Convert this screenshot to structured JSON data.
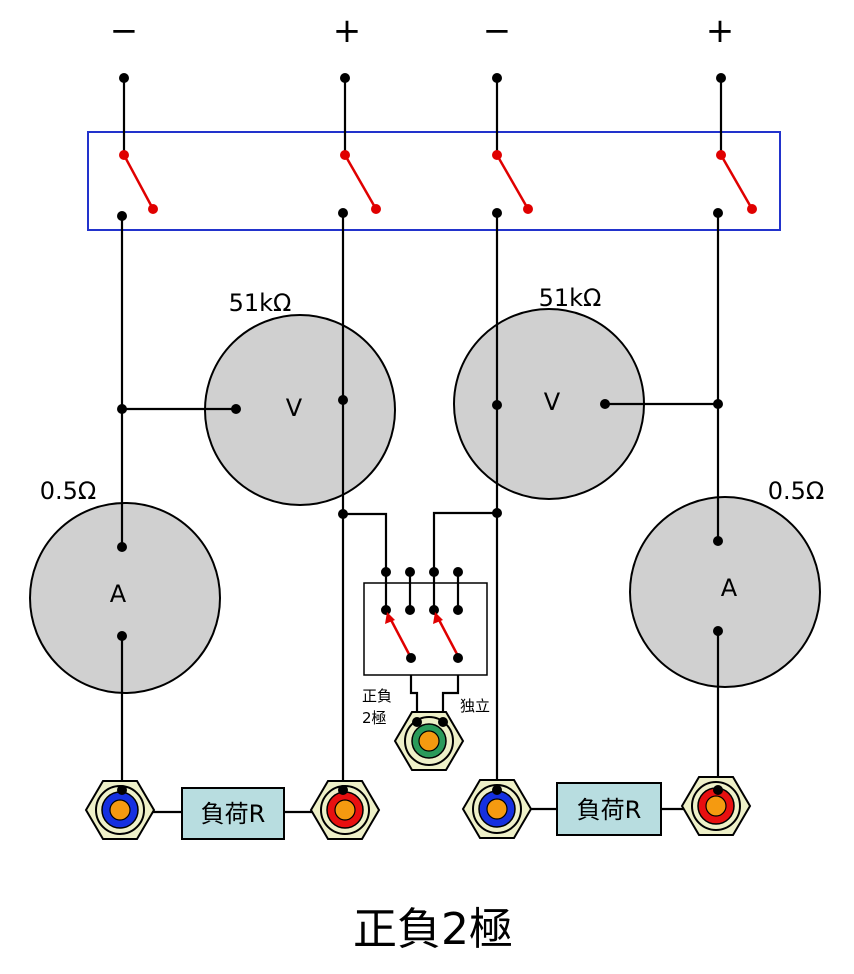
{
  "terminals": [
    {
      "sign": "−"
    },
    {
      "sign": "+"
    },
    {
      "sign": "−"
    },
    {
      "sign": "+"
    }
  ],
  "voltmeters": [
    {
      "label": "V",
      "resistance": "51kΩ"
    },
    {
      "label": "V",
      "resistance": "51kΩ"
    }
  ],
  "ammeters": [
    {
      "label": "A",
      "resistance": "0.5Ω"
    },
    {
      "label": "A",
      "resistance": "0.5Ω"
    }
  ],
  "loads": [
    {
      "label": "負荷R"
    },
    {
      "label": "負荷R"
    }
  ],
  "mode_switch": {
    "left_label_line1": "正負",
    "left_label_line2": "2極",
    "right_label": "独立"
  },
  "caption": "正負2極",
  "colors": {
    "switch_frame": "#2233cc",
    "switch_arm": "#e00000",
    "meter_fill": "#d0d0d0",
    "load_fill": "#b8dde0",
    "jack_blue": "#1530e0",
    "jack_red": "#e81010",
    "jack_green": "#2a9a5a",
    "jack_core": "#f59a10",
    "jack_ring": "#eef0c8"
  },
  "icons": {
    "jack": "binding-post-icon",
    "switch": "toggle-switch-icon"
  }
}
